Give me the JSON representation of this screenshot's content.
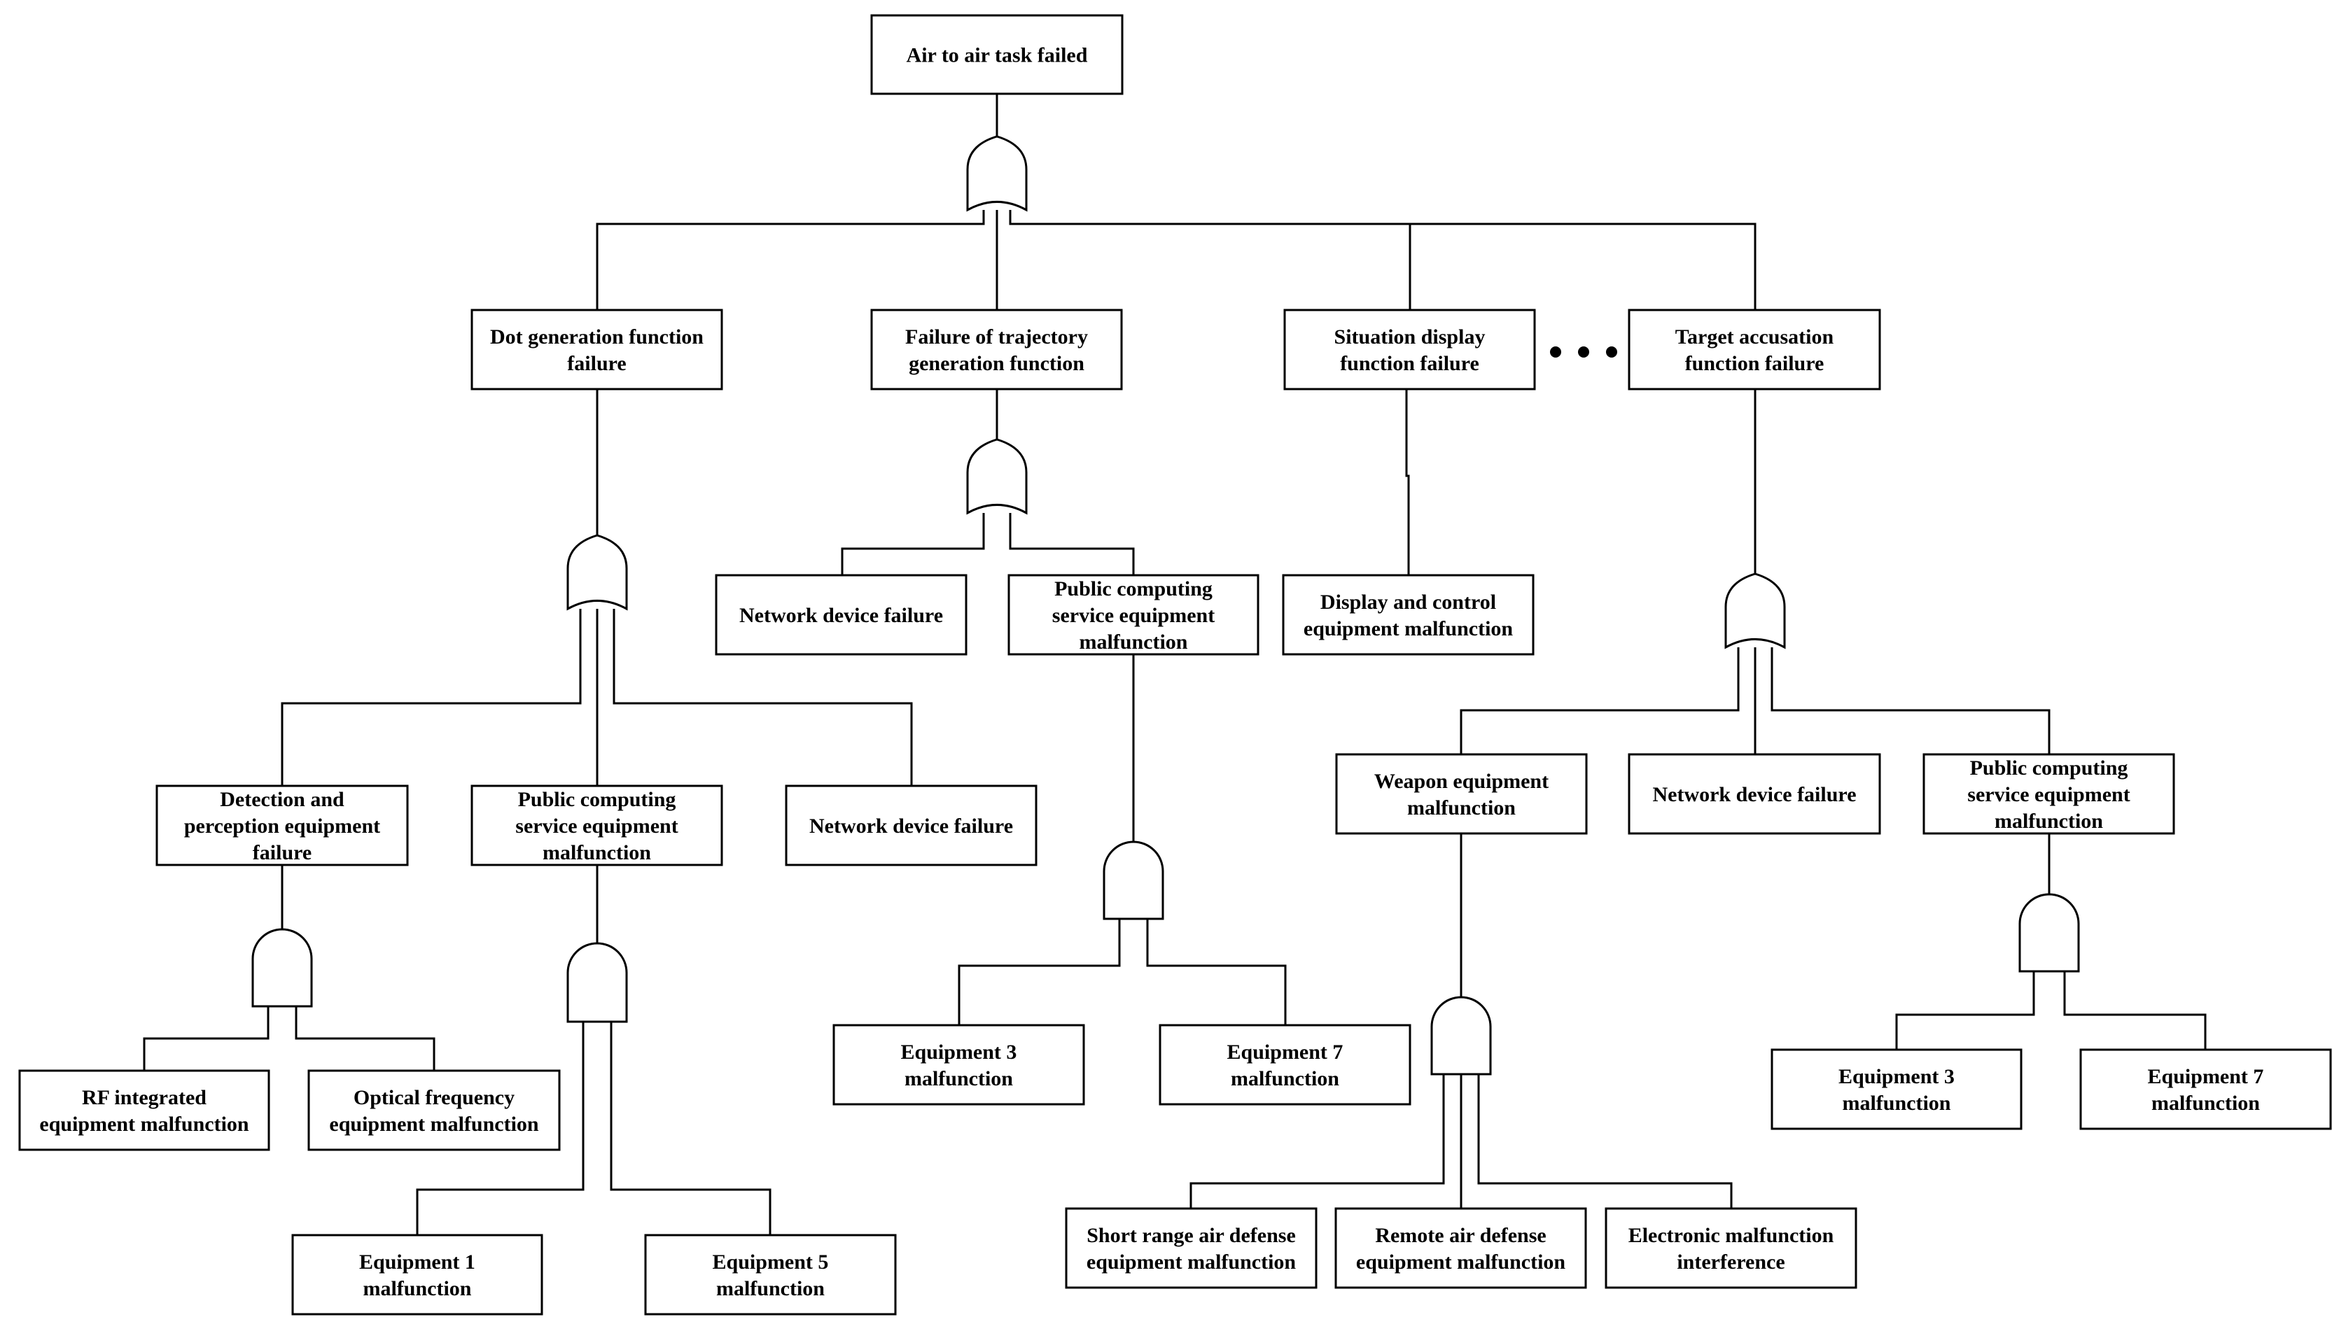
{
  "diagram": {
    "type": "fault-tree",
    "nodes": [
      {
        "id": "top",
        "lines": [
          "Air to air task failed"
        ]
      },
      {
        "id": "dot",
        "lines": [
          "Dot generation function",
          "failure"
        ]
      },
      {
        "id": "traj",
        "lines": [
          "Failure of trajectory",
          "generation function"
        ]
      },
      {
        "id": "situ",
        "lines": [
          "Situation display",
          "function failure"
        ]
      },
      {
        "id": "targ",
        "lines": [
          "Target accusation",
          "function failure"
        ]
      },
      {
        "id": "net1",
        "lines": [
          "Network device failure"
        ]
      },
      {
        "id": "pub1",
        "lines": [
          "Public computing",
          "service equipment",
          "malfunction"
        ]
      },
      {
        "id": "disp",
        "lines": [
          "Display and control",
          "equipment malfunction"
        ]
      },
      {
        "id": "det",
        "lines": [
          "Detection and",
          "perception equipment",
          "failure"
        ]
      },
      {
        "id": "pub2",
        "lines": [
          "Public computing",
          "service equipment",
          "malfunction"
        ]
      },
      {
        "id": "net2",
        "lines": [
          "Network device failure"
        ]
      },
      {
        "id": "weap",
        "lines": [
          "Weapon equipment",
          "malfunction"
        ]
      },
      {
        "id": "net3",
        "lines": [
          "Network device failure"
        ]
      },
      {
        "id": "pub3",
        "lines": [
          "Public computing",
          "service equipment",
          "malfunction"
        ]
      },
      {
        "id": "rf",
        "lines": [
          "RF integrated",
          "equipment malfunction"
        ]
      },
      {
        "id": "opt",
        "lines": [
          "Optical frequency",
          "equipment malfunction"
        ]
      },
      {
        "id": "eq1",
        "lines": [
          "Equipment 1",
          "malfunction"
        ]
      },
      {
        "id": "eq5",
        "lines": [
          "Equipment 5",
          "malfunction"
        ]
      },
      {
        "id": "eq3a",
        "lines": [
          "Equipment 3",
          "malfunction"
        ]
      },
      {
        "id": "eq7a",
        "lines": [
          "Equipment 7",
          "malfunction"
        ]
      },
      {
        "id": "short",
        "lines": [
          "Short range air defense",
          "equipment malfunction"
        ]
      },
      {
        "id": "remote",
        "lines": [
          "Remote air defense",
          "equipment malfunction"
        ]
      },
      {
        "id": "elec",
        "lines": [
          "Electronic malfunction",
          "interference"
        ]
      },
      {
        "id": "eq3b",
        "lines": [
          "Equipment 3",
          "malfunction"
        ]
      },
      {
        "id": "eq7b",
        "lines": [
          "Equipment 7",
          "malfunction"
        ]
      }
    ],
    "gates": [
      {
        "id": "g_top",
        "kind": "or",
        "output": "top",
        "inputs": [
          "dot",
          "traj",
          "situ",
          "targ"
        ]
      },
      {
        "id": "g_dot",
        "kind": "or",
        "output": "dot",
        "inputs": [
          "det",
          "pub2",
          "net2"
        ]
      },
      {
        "id": "g_traj",
        "kind": "or",
        "output": "traj",
        "inputs": [
          "net1",
          "pub1"
        ]
      },
      {
        "id": "g_targ",
        "kind": "or",
        "output": "targ",
        "inputs": [
          "weap",
          "net3",
          "pub3"
        ]
      },
      {
        "id": "g_det",
        "kind": "and",
        "output": "det",
        "inputs": [
          "rf",
          "opt"
        ]
      },
      {
        "id": "g_pub2",
        "kind": "and",
        "output": "pub2",
        "inputs": [
          "eq1",
          "eq5"
        ]
      },
      {
        "id": "g_pub1",
        "kind": "and",
        "output": "pub1",
        "inputs": [
          "eq3a",
          "eq7a"
        ]
      },
      {
        "id": "g_weap",
        "kind": "and",
        "output": "weap",
        "inputs": [
          "short",
          "remote",
          "elec"
        ]
      },
      {
        "id": "g_pub3",
        "kind": "and",
        "output": "pub3",
        "inputs": [
          "eq3b",
          "eq7b"
        ]
      }
    ],
    "direct_links": [
      {
        "from": "situ",
        "to": "disp"
      }
    ]
  }
}
